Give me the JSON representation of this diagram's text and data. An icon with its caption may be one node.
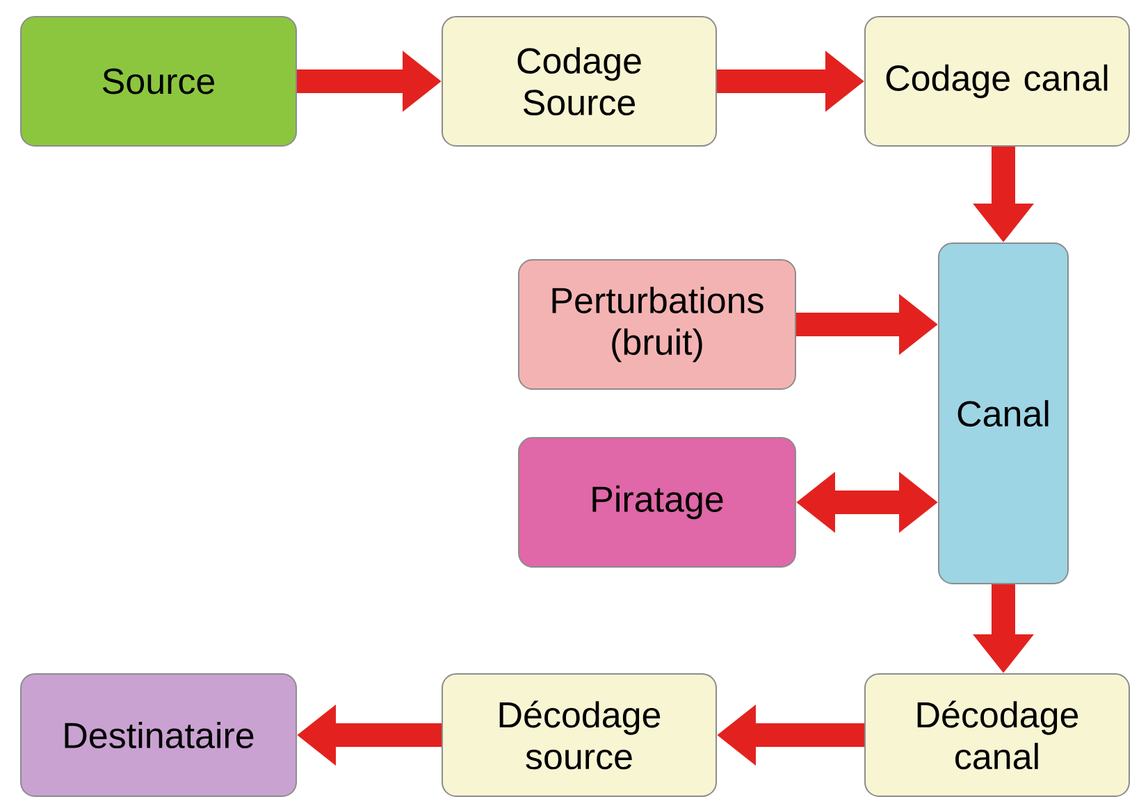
{
  "diagram": {
    "nodes": [
      {
        "text": [
          "Source"
        ]
      },
      {
        "text": [
          "Codage Source"
        ]
      },
      {
        "text": [
          "Codage canal"
        ]
      },
      {
        "text": [
          "Perturbations (bruit)"
        ]
      },
      {
        "text": [
          "Canal"
        ]
      },
      {
        "text": [
          "Piratage"
        ]
      },
      {
        "text": [
          "Destinataire"
        ]
      },
      {
        "text": [
          "Décodage source"
        ]
      },
      {
        "text": [
          "Décodage canal"
        ]
      }
    ],
    "edges": [
      {
        "from": 0,
        "to": 1,
        "arrow": "to"
      },
      {
        "from": 1,
        "to": 2,
        "arrow": "to"
      },
      {
        "from": 2,
        "to": 4,
        "arrow": "to"
      },
      {
        "from": 3,
        "to": 4,
        "arrow": "to"
      },
      {
        "from": 5,
        "to": 4,
        "arrow": "both"
      },
      {
        "from": 4,
        "to": 8,
        "arrow": "to"
      },
      {
        "from": 8,
        "to": 7,
        "arrow": "to"
      },
      {
        "from": 7,
        "to": 6,
        "arrow": "to"
      }
    ]
  }
}
